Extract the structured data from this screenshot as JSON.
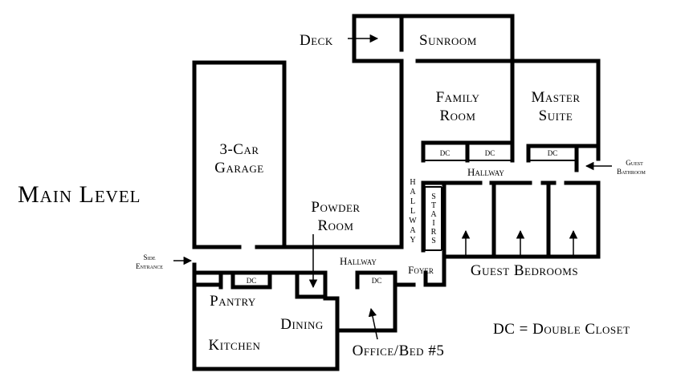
{
  "title": "Main Level",
  "legend": "DC = Double Closet",
  "rooms": {
    "deck": "Deck",
    "sunroom": "Sunroom",
    "family_room_1": "Family",
    "family_room_2": "Room",
    "master_suite_1": "Master",
    "master_suite_2": "Suite",
    "garage_1": "3-Car",
    "garage_2": "Garage",
    "powder_room_1": "Powder",
    "powder_room_2": "Room",
    "hallway_upper": "Hallway",
    "hallway_lower": "Hallway",
    "hallway_vertical": [
      "H",
      "A",
      "L",
      "L",
      "W",
      "A",
      "Y"
    ],
    "stairs_vertical": [
      "S",
      "T",
      "A",
      "I",
      "R",
      "S"
    ],
    "foyer": "Foyer",
    "guest_bedrooms": "Guest Bedrooms",
    "guest_bathroom_1": "Guest",
    "guest_bathroom_2": "Bathroom",
    "side_entrance_1": "Side",
    "side_entrance_2": "Entrance",
    "pantry": "Pantry",
    "dining": "Dining",
    "kitchen": "Kitchen",
    "office": "Office/Bed #5"
  },
  "closets": {
    "fam_left": "DC",
    "fam_right": "DC",
    "master": "DC",
    "kitchen": "DC",
    "office": "DC"
  }
}
